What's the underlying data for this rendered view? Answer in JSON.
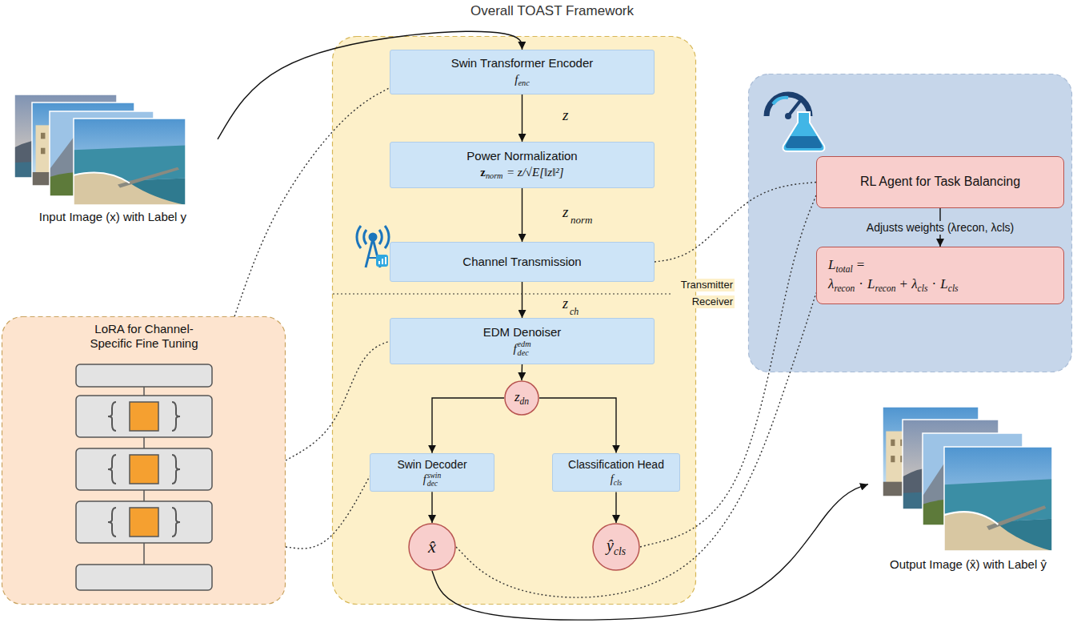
{
  "diagram": {
    "title": "Overall TOAST Framework",
    "nodes": [
      {
        "text": [
          "Input Image (x) with Label y"
        ]
      },
      {
        "text": [
          "Transmitter",
          "Receiver"
        ]
      },
      {
        "text": [
          "Swin Transformer Encoder",
          "f",
          "enc"
        ],
        "in": 1
      },
      {
        "text": [
          "Power Normalization",
          "z",
          "norm",
          "= z/√E[‖z‖²]"
        ],
        "in": 1
      },
      {
        "text": [
          "Channel Transmission"
        ],
        "in": 1
      },
      {
        "text": [
          "EDM Denoiser",
          "f",
          "dec",
          "edm"
        ],
        "in": 1
      },
      {
        "text": [
          "z",
          "dn"
        ],
        "in": 1
      },
      {
        "text": [
          "Swin Decoder",
          "f",
          "dec",
          "swin"
        ],
        "in": 1
      },
      {
        "text": [
          "Classification Head",
          "f",
          "cls"
        ],
        "in": 1
      },
      {
        "text": [
          "x̂"
        ],
        "in": 1
      },
      {
        "text": [
          "ŷ",
          "cls"
        ],
        "in": 1
      },
      {
        "text": [
          "LoRA for Channel-Specific Fine Tuning"
        ]
      },
      {
        "text": [
          "RL Agent for Task Balancing"
        ]
      },
      {
        "text": [
          "L",
          "total",
          "=",
          "λ",
          "recon",
          "·",
          "L",
          "recon",
          "+",
          "λ",
          "cls",
          "·",
          "L",
          "cls"
        ]
      },
      {
        "text": [
          "Output Image (x̂) with Label ŷ"
        ]
      }
    ],
    "edges": [
      {
        "from": 0,
        "to": 2,
        "arrow": "to"
      },
      {
        "from": 2,
        "to": 3,
        "arrow": "to"
      },
      {
        "from": 3,
        "to": 4,
        "arrow": "to"
      },
      {
        "from": 4,
        "to": 5,
        "arrow": "to"
      },
      {
        "from": 5,
        "to": 6,
        "arrow": "to"
      },
      {
        "from": 6,
        "to": 7,
        "arrow": "to"
      },
      {
        "from": 6,
        "to": 8,
        "arrow": "to"
      },
      {
        "from": 7,
        "to": 9,
        "arrow": "to"
      },
      {
        "from": 8,
        "to": 10,
        "arrow": "to"
      },
      {
        "from": 9,
        "to": 14,
        "arrow": "to"
      },
      {
        "from": 12,
        "to": 13,
        "arrow": "to",
        "label": "Adjusts weights (λrecon, λcls)"
      },
      {
        "from": 11,
        "to": 2,
        "arrow": "none"
      },
      {
        "from": 11,
        "to": 5,
        "arrow": "none"
      },
      {
        "from": 11,
        "to": 7,
        "arrow": "none"
      },
      {
        "from": 12,
        "to": 4,
        "arrow": "none"
      },
      {
        "from": 10,
        "to": 12,
        "arrow": "none"
      },
      {
        "from": 9,
        "to": 13,
        "arrow": "none"
      }
    ],
    "labels": [
      "z",
      "z",
      "norm",
      "z",
      "ch"
    ]
  }
}
